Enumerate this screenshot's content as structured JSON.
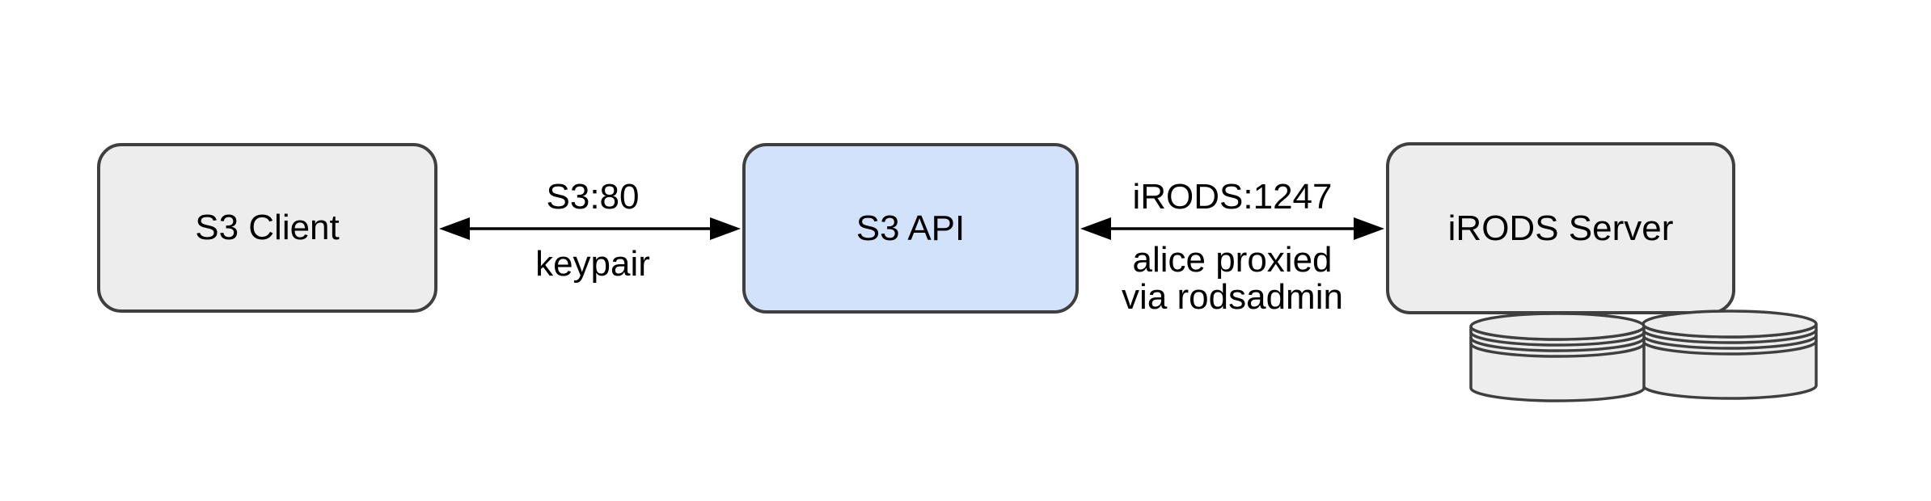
{
  "diagram": {
    "nodes": [
      {
        "id": "s3-client",
        "label": "S3 Client",
        "fill": "#ededed"
      },
      {
        "id": "s3-api",
        "label": "S3 API",
        "fill": "#d2e2fa"
      },
      {
        "id": "irods-server",
        "label": "iRODS Server",
        "fill": "#ededed"
      }
    ],
    "edges": [
      {
        "from": "S3 Client",
        "to": "S3 API",
        "direction": "bidirectional",
        "label_above": "S3:80",
        "label_below": "keypair"
      },
      {
        "from": "S3 API",
        "to": "iRODS Server",
        "direction": "bidirectional",
        "label_above": "iRODS:1247",
        "label_below_line1": "alice proxied",
        "label_below_line2": "via rodsadmin"
      }
    ],
    "storage_disks": {
      "attached_to": "iRODS Server",
      "count": 2,
      "icon": "disk-cylinder-icon"
    },
    "colors": {
      "background": "#ffffff",
      "node_stroke": "#3f3f3f",
      "gray_fill": "#ededed",
      "blue_fill": "#d2e2fa",
      "arrow": "#000000",
      "text": "#000000"
    }
  }
}
